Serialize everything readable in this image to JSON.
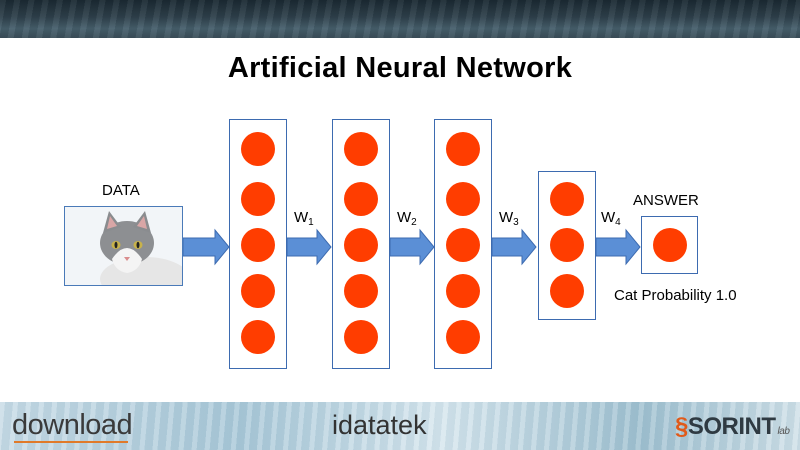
{
  "title": "Artificial Neural Network",
  "input": {
    "label": "DATA",
    "image": "cat-photo"
  },
  "output": {
    "label": "ANSWER",
    "result": "Cat Probability 1.0"
  },
  "weights": [
    {
      "base": "W",
      "sub": "1"
    },
    {
      "base": "W",
      "sub": "2"
    },
    {
      "base": "W",
      "sub": "3"
    },
    {
      "base": "W",
      "sub": "4"
    }
  ],
  "layers": [
    {
      "neurons": 5
    },
    {
      "neurons": 5
    },
    {
      "neurons": 5
    },
    {
      "neurons": 3
    },
    {
      "neurons": 1
    }
  ],
  "colors": {
    "neuron": "#ff3d00",
    "arrow": "#5b8fd6",
    "layer_border": "#3d6bb0"
  },
  "footer": {
    "logo_left": "download",
    "logo_center": "idatatek",
    "logo_right": "SORINT",
    "logo_right_suffix": "lab"
  }
}
